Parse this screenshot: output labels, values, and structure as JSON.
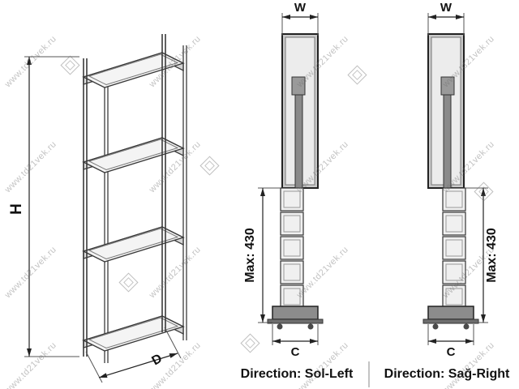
{
  "watermark": {
    "text": "www.td21vek.ru"
  },
  "left_view": {
    "height_label": "H",
    "depth_label": "D"
  },
  "middle_view": {
    "width_label": "W",
    "max_extension_label": "Max: 430",
    "base_width_label": "C",
    "direction_label": "Direction: Sol-Left"
  },
  "right_view": {
    "width_label": "W",
    "max_extension_label": "Max: 430",
    "base_width_label": "C",
    "direction_label": "Direction: Sağ-Right"
  }
}
